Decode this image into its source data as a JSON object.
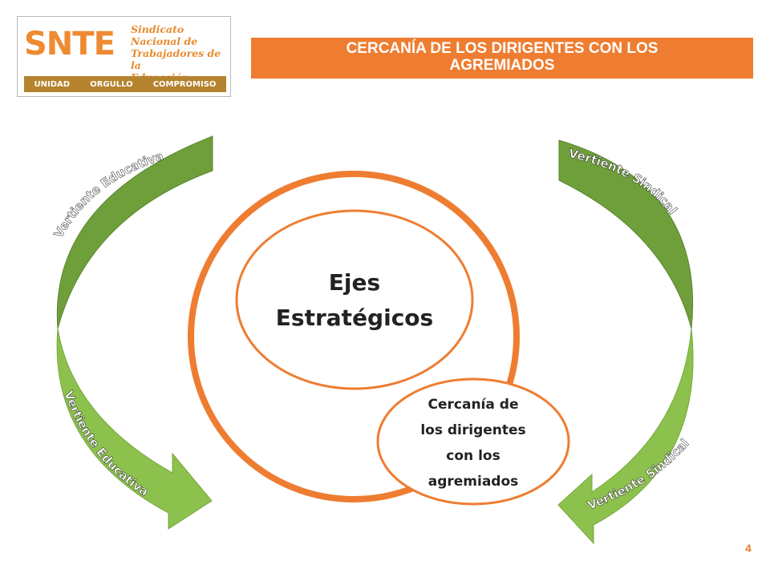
{
  "logo": {
    "acronym": "SNTE",
    "lines": [
      "Sindicato",
      "Nacional de",
      "Trabajadores de la",
      "Educación"
    ],
    "motto": [
      "UNIDAD",
      "ORGULLO",
      "COMPROMISO"
    ]
  },
  "title": {
    "line1": "CERCANÍA DE LOS DIRIGENTES CON LOS",
    "line2": "AGREMIADOS"
  },
  "diagram": {
    "center_line1": "Ejes",
    "center_line2": "Estratégicos",
    "small_lines": [
      "Cercanía de",
      "los dirigentes",
      "con los",
      "agremiados"
    ],
    "arrows": {
      "top_left": "Vertiente Educativa",
      "bottom_left": "Vertiente Educativa",
      "top_right": "Vertiente Sindical",
      "bottom_right": "Vertiente Sindical"
    }
  },
  "colors": {
    "orange": "#ee7d31",
    "dark_green": "#6e9f3a",
    "light_green": "#8cc14d"
  },
  "page_number": "4"
}
